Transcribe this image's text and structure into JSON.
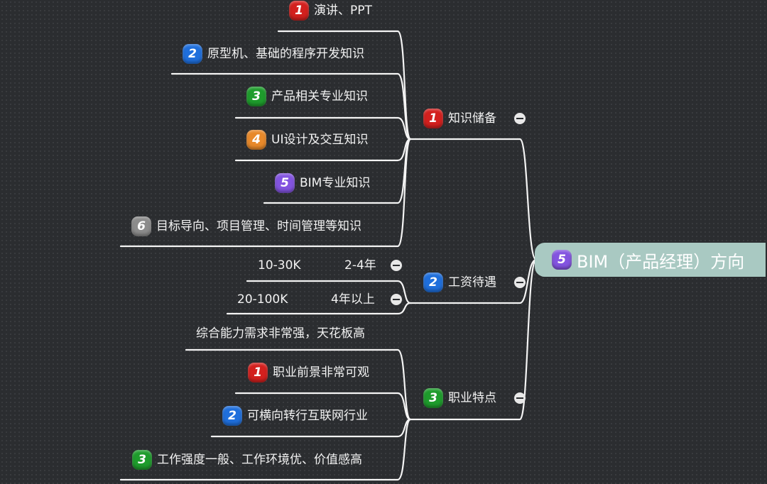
{
  "colors": {
    "badge_red": "#d3201e",
    "badge_blue": "#1f6fdc",
    "badge_green": "#1e9c2c",
    "badge_orange": "#e8892a",
    "badge_purple": "#8354e0",
    "badge_gray": "#8c8c8c",
    "root_fill": "#a9c9c2"
  },
  "root": {
    "badge": "5",
    "label": "BIM（产品经理）方向"
  },
  "branches": [
    {
      "badge": "1",
      "label": "知识储备",
      "children": [
        {
          "badge": "1",
          "label": "演讲、PPT"
        },
        {
          "badge": "2",
          "label": "原型机、基础的程序开发知识"
        },
        {
          "badge": "3",
          "label": "产品相关专业知识"
        },
        {
          "badge": "4",
          "label": "UI设计及交互知识"
        },
        {
          "badge": "5",
          "label": "BIM专业知识"
        },
        {
          "badge": "6",
          "label": "目标导向、项目管理、时间管理等知识"
        }
      ]
    },
    {
      "badge": "2",
      "label": "工资待遇",
      "children": [
        {
          "label": "2-4年",
          "sub": "10-30K"
        },
        {
          "label": "4年以上",
          "sub": "20-100K"
        }
      ]
    },
    {
      "badge": "3",
      "label": "职业特点",
      "children": [
        {
          "label": "综合能力需求非常强，天花板高"
        },
        {
          "badge": "1",
          "label": "职业前景非常可观"
        },
        {
          "badge": "2",
          "label": "可横向转行互联网行业"
        },
        {
          "badge": "3",
          "label": "工作强度一般、工作环境优、价值感高"
        }
      ]
    }
  ]
}
